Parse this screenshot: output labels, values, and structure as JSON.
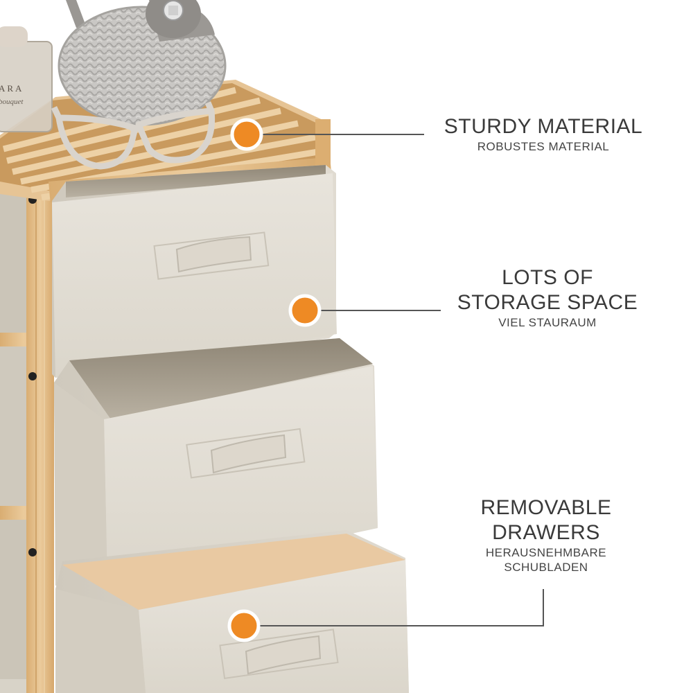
{
  "features": [
    {
      "id": "sturdy",
      "title": "STURDY MATERIAL",
      "subtitle": "ROBUSTES MATERIAL"
    },
    {
      "id": "storage",
      "title_lines": [
        "LOTS OF",
        "STORAGE SPACE"
      ],
      "subtitle": "VIEL STAURAUM"
    },
    {
      "id": "removable",
      "title_lines": [
        "REMOVABLE",
        "DRAWERS"
      ],
      "subtitle_lines": [
        "HERAUSNEHMBARE",
        "SCHUBLADEN"
      ]
    }
  ],
  "perfume_label": {
    "line1": "ARA",
    "line2": "bouquet"
  },
  "colors": {
    "accent_dot": "#ee8a24",
    "callout_line": "#555555",
    "wood": "#e3bf8c",
    "fabric": "#e2ddd3",
    "text": "#3a3a3a"
  }
}
